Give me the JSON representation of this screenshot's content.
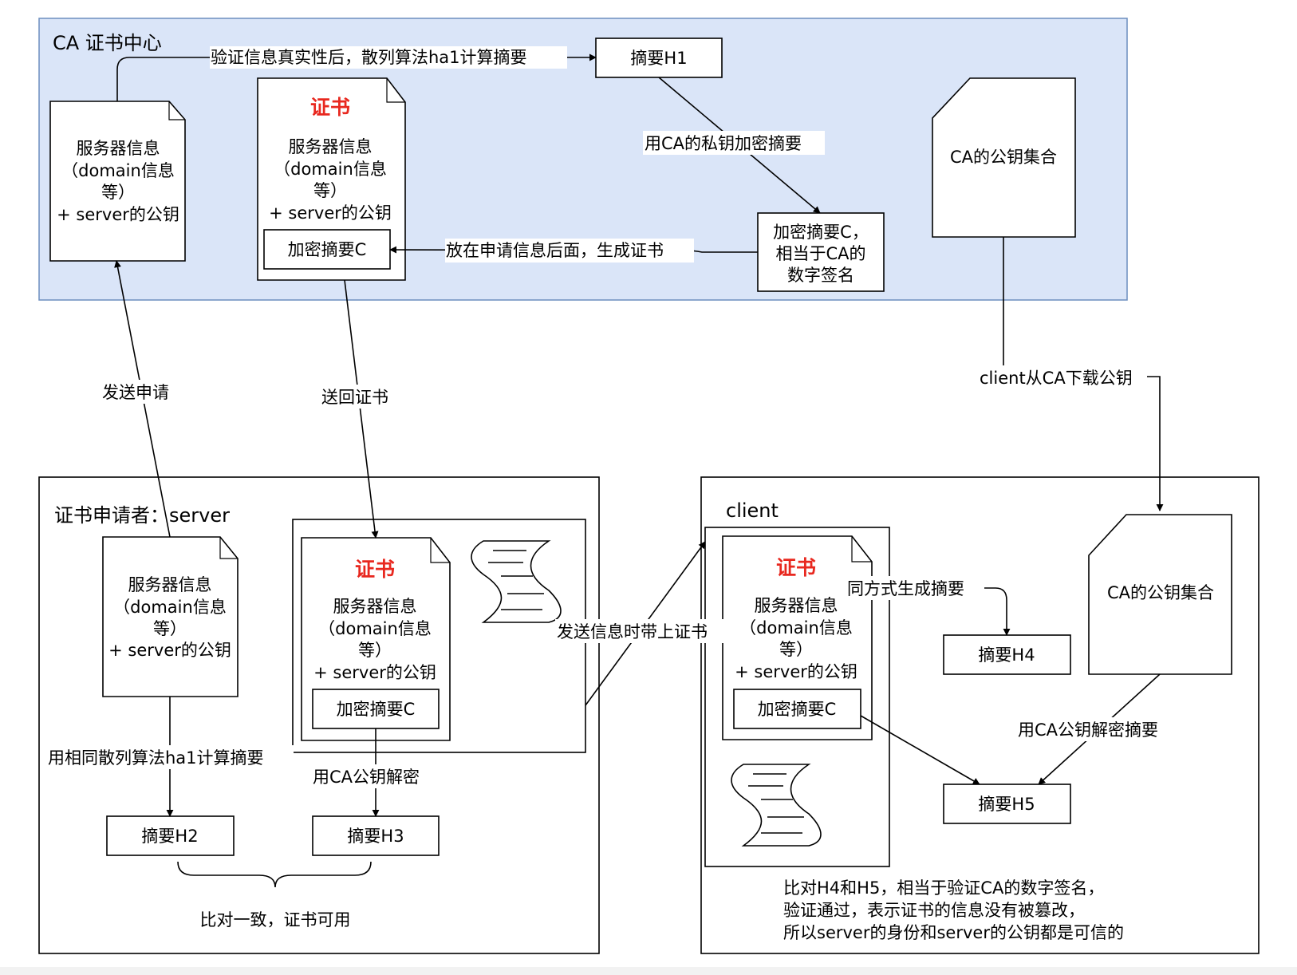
{
  "ca_center": {
    "title": "CA 证书中心",
    "server_info": [
      "服务器信息",
      "（domain信息",
      "等）",
      "+ server的公钥"
    ],
    "cert": {
      "title": "证书",
      "info": [
        "服务器信息",
        "（domain信息",
        "等）",
        "+ server的公钥"
      ],
      "digest": "加密摘要C"
    },
    "digest_h1": "摘要H1",
    "encrypted": [
      "加密摘要C，",
      "相当于CA的",
      "数字签名"
    ],
    "ca_keys": "CA的公钥集合"
  },
  "server": {
    "title": "证书申请者：server",
    "info": [
      "服务器信息",
      "（domain信息",
      "等）",
      "+ server的公钥"
    ],
    "cert": {
      "title": "证书",
      "info": [
        "服务器信息",
        "（domain信息",
        "等）",
        "+ server的公钥"
      ],
      "digest": "加密摘要C"
    },
    "h2": "摘要H2",
    "h3": "摘要H3",
    "compare": "比对一致，证书可用"
  },
  "client": {
    "title": "client",
    "cert": {
      "title": "证书",
      "info": [
        "服务器信息",
        "（domain信息",
        "等）",
        "+ server的公钥"
      ],
      "digest": "加密摘要C"
    },
    "h4": "摘要H4",
    "h5": "摘要H5",
    "ca_keys": "CA的公钥集合",
    "note": [
      "比对H4和H5，相当于验证CA的数字签名，",
      "验证通过，表示证书的信息没有被篡改，",
      "所以server的身份和server的公钥都是可信的"
    ]
  },
  "edges": {
    "verify": "验证信息真实性后，散列算法ha1计算摘要",
    "encrypt": "用CA的私钥加密摘要",
    "append": "放在申请信息后面，生成证书",
    "apply": "发送申请",
    "return": "送回证书",
    "download": "client从CA下载公钥",
    "send": "发送信息时带上证书",
    "same_hash": "用相同散列算法ha1计算摘要",
    "decrypt": "用CA公钥解密",
    "same_way": "同方式生成摘要",
    "client_decrypt": "用CA公钥解密摘要"
  },
  "colors": {
    "ca_panel_fill": "#dae5f8",
    "ca_panel_stroke": "#6c8ebf",
    "cert_title": "#e8281f"
  }
}
